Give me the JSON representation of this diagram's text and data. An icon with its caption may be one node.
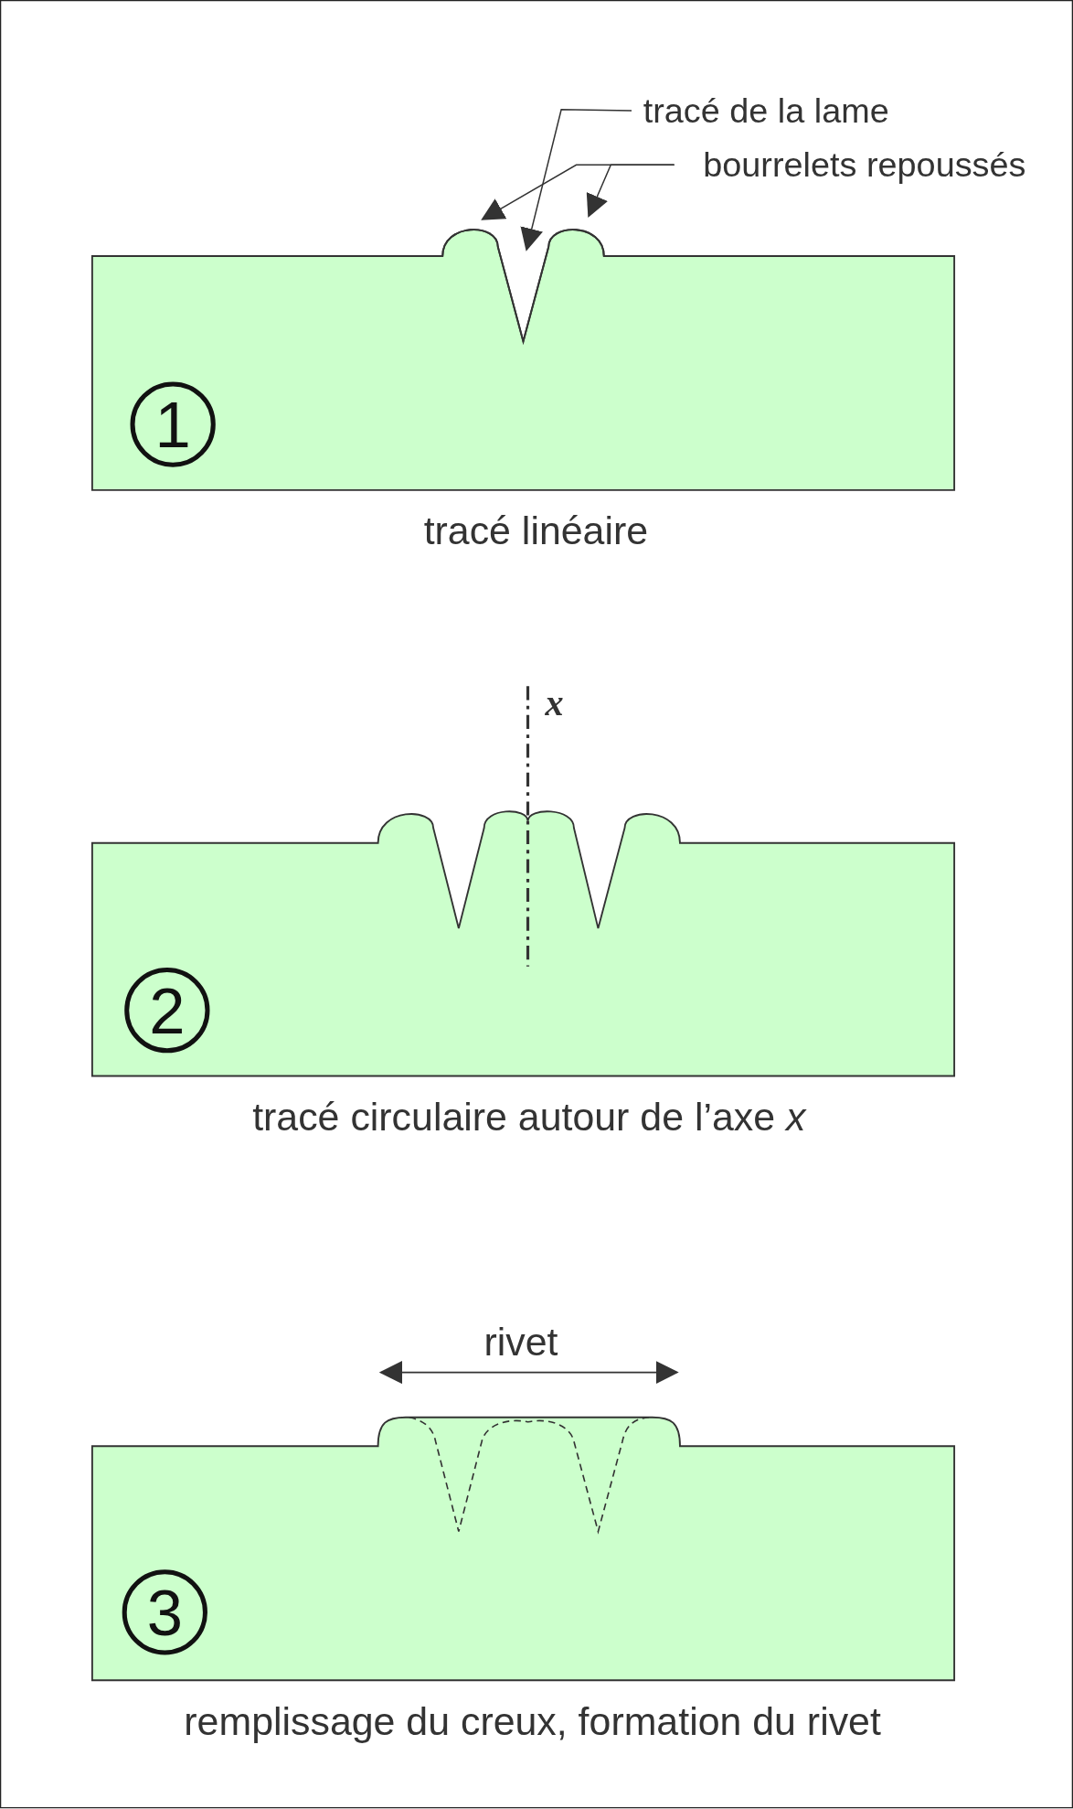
{
  "diagram": {
    "nodes": [
      {
        "text": [
          "tracé de la lame"
        ]
      },
      {
        "text": [
          "bourrelets repoussés"
        ]
      },
      {
        "text": [],
        "shape": "groove"
      },
      {
        "text": [],
        "shape": "bump"
      },
      {
        "text": [],
        "shape": "bump"
      }
    ],
    "edges": [
      {
        "from": 0,
        "to": 2,
        "arrow": "to"
      },
      {
        "from": 1,
        "to": 3,
        "arrow": "to"
      },
      {
        "from": 1,
        "to": 4,
        "arrow": "to"
      }
    ],
    "labels": [
      "1",
      "tracé linéaire",
      "x",
      "2",
      "tracé circulaire autour de l’axe *x*",
      "rivet",
      "3",
      "remplissage du creux, formation du rivet"
    ]
  }
}
